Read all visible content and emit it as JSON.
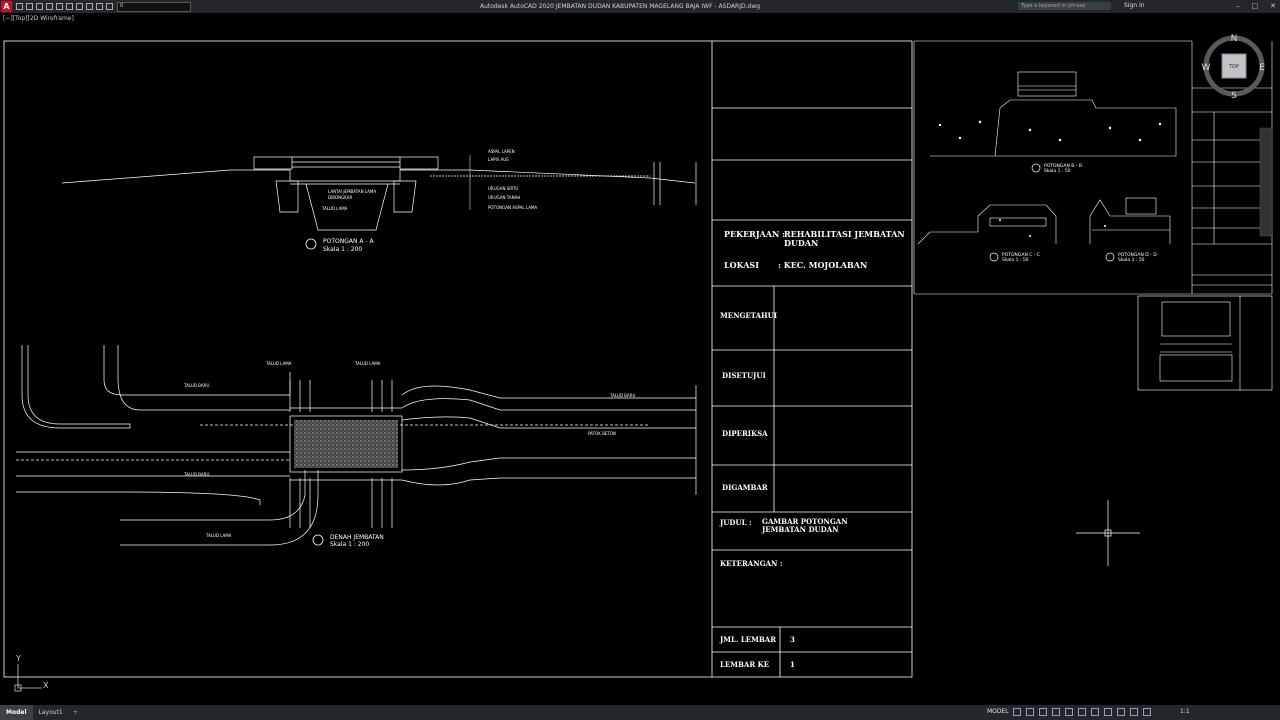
{
  "window": {
    "title": "Autodesk AutoCAD 2020   JEMBATAN DUDAN KABUPATEN MAGELANG BAJA IWF - ASDARJD.dwg",
    "search_placeholder": "Type a keyword or phrase",
    "sign_in": "Sign In",
    "layer_value": "0",
    "app_letter": "A"
  },
  "viewport": {
    "label": "[−][Top][2D Wireframe]"
  },
  "viewcube": {
    "n": "N",
    "s": "S",
    "e": "E",
    "w": "W",
    "top": "TOP"
  },
  "ucs": {
    "x": "X",
    "y": "Y"
  },
  "title_block": {
    "pekerjaan_label": "PEKERJAAN :",
    "pekerjaan_value_1": "REHABILITASI  JEMBATAN",
    "pekerjaan_value_2": "DUDAN",
    "lokasi_label": "LOKASI",
    "lokasi_value": ": KEC. MOJOLABAN",
    "mengetahui": "MENGETAHUI",
    "disetujui": "DISETUJUI",
    "diperiksa": "DIPERIKSA",
    "digambar": "DIGAMBAR",
    "judul_label": "JUDUL :",
    "judul_value_1": "GAMBAR POTONGAN",
    "judul_value_2": "JEMBATAN  DUDAN",
    "keterangan": "KETERANGAN :",
    "jml_lembar_label": "JML. LEMBAR",
    "jml_lembar_value": "3",
    "lembar_ke_label": "LEMBAR KE",
    "lembar_ke_value": "1"
  },
  "section_aa": {
    "title": "POTONGAN  A - A",
    "scale": "Skala  1 : 200",
    "notes": [
      "ASPAL LAPEN",
      "LAPIS AUS",
      "URUGAN SIRTU",
      "URUGAN TANAH",
      "POTONGAN ASPAL LAMA"
    ],
    "bottom_notes": [
      "LANTAI JEMBATAN LAMA",
      "DIBONGKAR",
      "TALUD LAMA"
    ]
  },
  "plan": {
    "title": "DENAH JEMBATAN",
    "scale": "Skala  1 : 200",
    "labels": [
      "TALUD BARU",
      "TALUD LAMA",
      "TALUD LAMA",
      "TALUD BARU",
      "TALUD BARU",
      "TALUD LAMA",
      "PATOK BETON"
    ]
  },
  "detail_sections": {
    "b_title": "POTONGAN  B - B",
    "b_scale": "Skala  1 : 50",
    "c_title": "POTONGAN  C - C",
    "c_scale": "Skala  1 : 50",
    "d_title": "POTONGAN  D - D",
    "d_scale": "Skala  1 : 50"
  },
  "statusbar": {
    "tab_model": "Model",
    "tab_layout": "Layout1",
    "plus": "+",
    "model_button": "MODEL",
    "scale": "1:1"
  }
}
